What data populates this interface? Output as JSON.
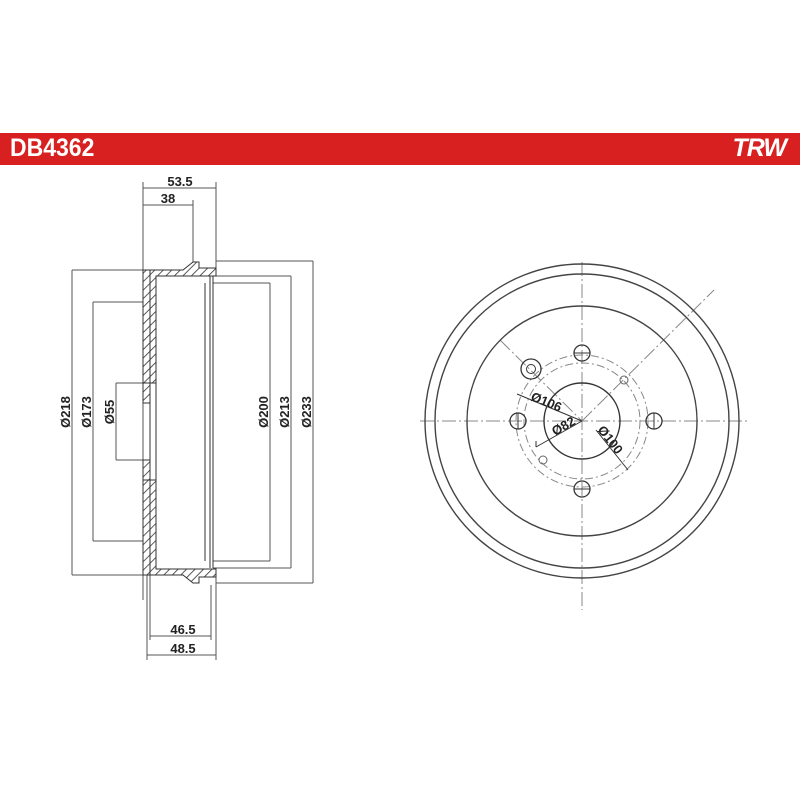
{
  "header": {
    "part_number": "DB4362",
    "brand_logo": "TRW",
    "bar_color": "#d7201f"
  },
  "side_view": {
    "axial_dimensions": {
      "overall_top": "53.5",
      "inner_top": "38",
      "inner_bottom": "46.5",
      "overall_bottom": "48.5"
    },
    "diameters_left": {
      "outer_flange": "Ø218",
      "pilot": "Ø173",
      "center_bore": "Ø55"
    },
    "diameters_right": {
      "braking_surface": "Ø200",
      "inner_rim": "Ø213",
      "outer": "Ø233"
    }
  },
  "front_view": {
    "hub_bore": "Ø82",
    "bolt_circle": "Ø100",
    "pcd_secondary": "Ø106"
  }
}
